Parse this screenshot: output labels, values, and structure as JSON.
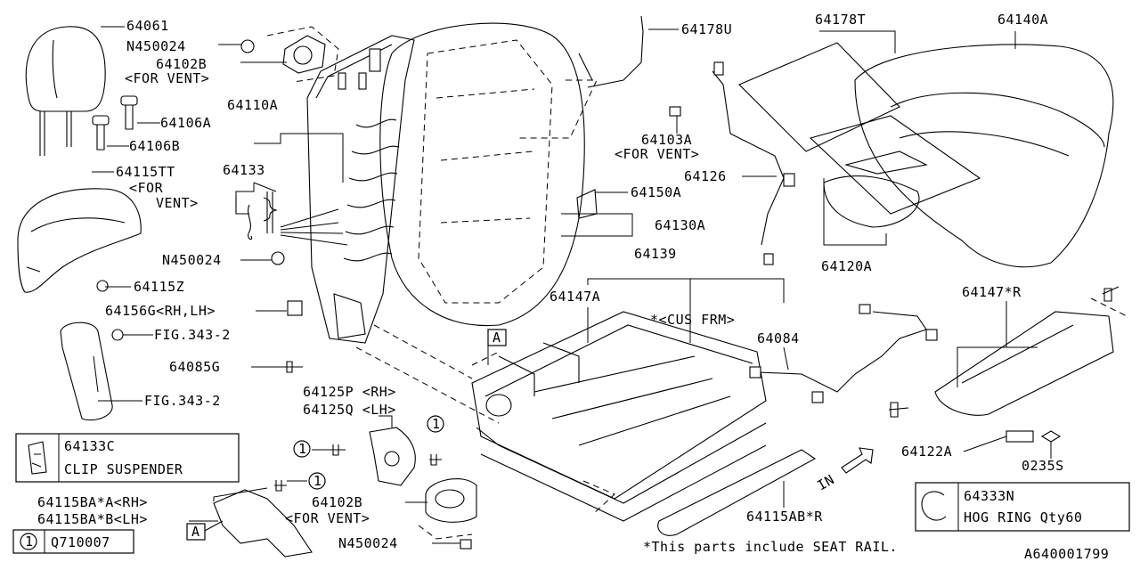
{
  "labels": {
    "p64061": "64061",
    "n450024_a": "N450024",
    "p64102b_a": "64102B",
    "for_vent_a": "<FOR VENT>",
    "p64106a": "64106A",
    "p64106b": "64106B",
    "p64110a": "64110A",
    "p64133": "64133",
    "p64115tt": "64115TT",
    "for_a": "<FOR",
    "vent_a": "VENT>",
    "n450024_b": "N450024",
    "p64115z": "64115Z",
    "p64156g": "64156G<RH,LH>",
    "fig343_a": "FIG.343-2",
    "p64085g": "64085G",
    "fig343_b": "FIG.343-2",
    "p64125p": "64125P <RH>",
    "p64125q": "64125Q <LH>",
    "p64115ba_a": "64115BA*A<RH>",
    "p64115ba_b": "64115BA*B<LH>",
    "p64102b_b": "64102B",
    "for_vent_b": "<FOR VENT>",
    "n450024_c": "N450024",
    "p64178u": "64178U",
    "p64178t": "64178T",
    "p64140a": "64140A",
    "p64103a": "64103A",
    "for_vent_c": "<FOR VENT>",
    "p64126": "64126",
    "p64150a": "64150A",
    "p64130a": "64130A",
    "p64120a": "64120A",
    "p64139": "64139",
    "p64147a": "64147A",
    "cus_frm": "*<CUS FRM>",
    "p64084": "64084",
    "p64147r": "64147*R",
    "p64122a": "64122A",
    "p0235s": "0235S",
    "p64115ab": "64115AB*R",
    "in_arrow": "IN",
    "ref_a1": "A",
    "ref_a2": "A",
    "circle1_a": "1",
    "circle1_b": "1",
    "circle1_c": "1",
    "footnote": "*This parts include SEAT RAIL.",
    "diagram_id": "A640001799"
  },
  "legend": {
    "clip_code": "64133C",
    "clip_name": "CLIP SUSPENDER",
    "ring_code": "64333N",
    "ring_name": "HOG RING Qty60",
    "circle_num": "1",
    "circle_part": "Q710007"
  }
}
